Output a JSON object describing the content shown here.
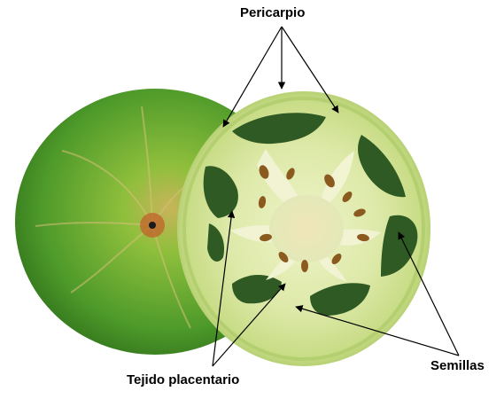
{
  "labels": {
    "pericarp": "Pericarpio",
    "placental_tissue": "Tejido placentario",
    "seeds": "Semillas"
  },
  "colors": {
    "whole_tomato_light": "#a8cf4a",
    "whole_tomato_dark": "#2f7a1e",
    "flesh_light": "#e8efb8",
    "flesh_green": "#cfe08a",
    "locule_dark": "#2f5a24",
    "placenta": "#f2f4d4",
    "seed": "#8a5a1e"
  },
  "icons": [
    "whole-tomato-icon",
    "cut-tomato-icon",
    "arrow-icon"
  ]
}
